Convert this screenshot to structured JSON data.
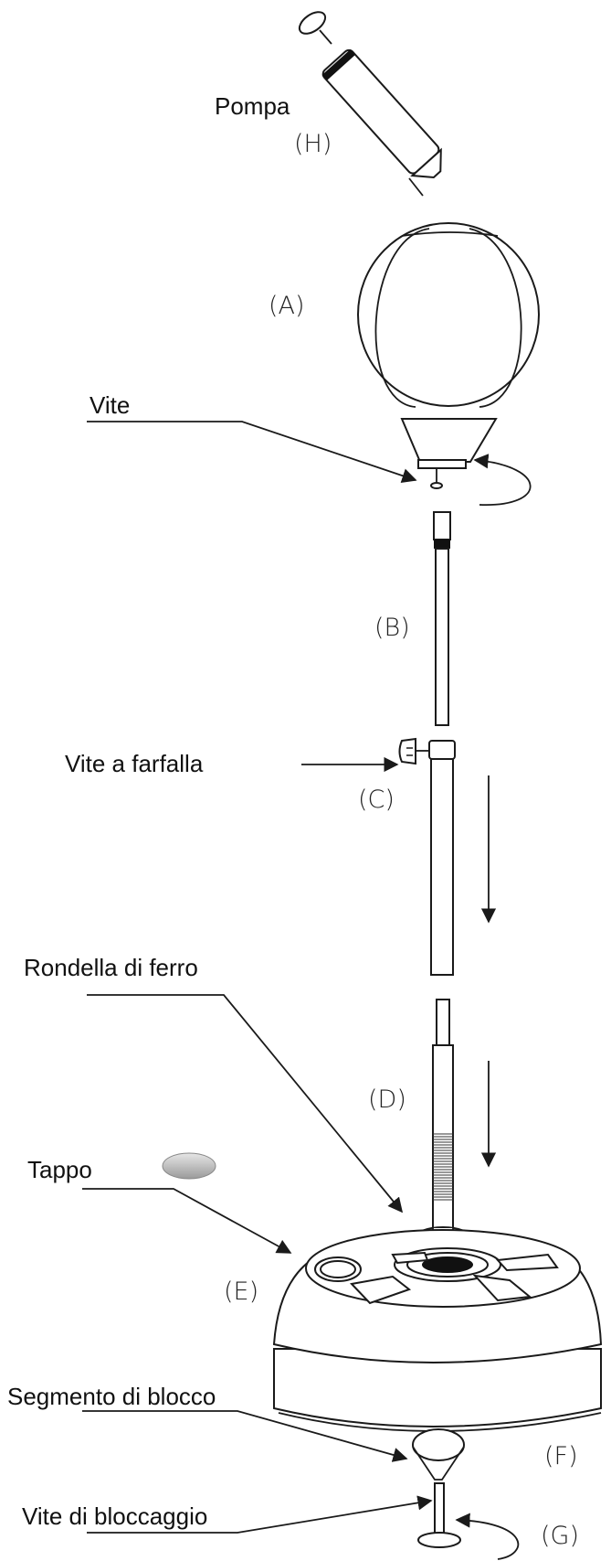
{
  "labels": {
    "pompa": "Pompa",
    "vite": "Vite",
    "vite_farfalla": "Vite a farfalla",
    "rondella": "Rondella di ferro",
    "tappo": "Tappo",
    "segmento": "Segmento di blocco",
    "vite_bloccaggio": "Vite di bloccaggio"
  },
  "letters": {
    "H": "(H)",
    "A": "(A)",
    "B": "(B)",
    "C": "(C)",
    "D": "(D)",
    "E": "(E)",
    "F": "(F)",
    "G": "(G)"
  },
  "colors": {
    "line": "#1a1a1a",
    "cap_gray": "#b5b5b5",
    "dark_fill": "#111111"
  }
}
